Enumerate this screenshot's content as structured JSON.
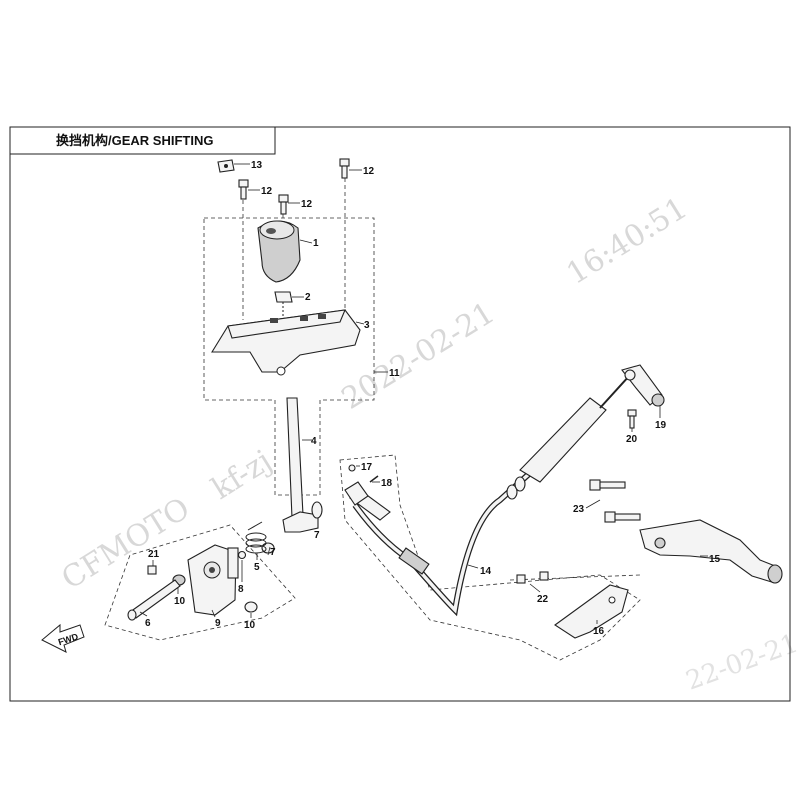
{
  "header": {
    "title": "换挡机构/GEAR SHIFTING"
  },
  "watermark": {
    "brand": "CFMOTO",
    "user": "kf-zj",
    "date": "2022-02-21",
    "time": "16:40:51",
    "date_partial": "22-02-21"
  },
  "direction_tag": "FWD",
  "callouts": [
    "1",
    "2",
    "3",
    "4",
    "5",
    "6",
    "7",
    "7",
    "8",
    "9",
    "10",
    "10",
    "11",
    "12",
    "12",
    "12",
    "13",
    "14",
    "15",
    "16",
    "17",
    "18",
    "19",
    "20",
    "21",
    "22",
    "23"
  ]
}
